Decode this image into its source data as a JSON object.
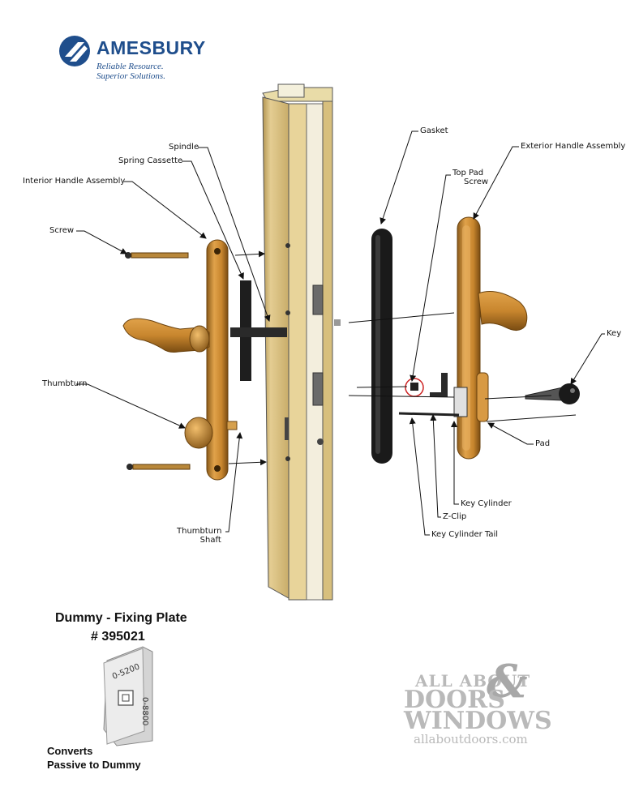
{
  "brand": {
    "name": "AMESBURY",
    "tagline_line1": "Reliable Resource.",
    "tagline_line2": "Superior Solutions."
  },
  "labels": {
    "spindle": "Spindle",
    "spring_cassette": "Spring Cassette",
    "interior_handle_assembly": "Interior Handle Assembly",
    "screw": "Screw",
    "thumbturn": "Thumbturn",
    "thumbturn_shaft_line1": "Thumbturn",
    "thumbturn_shaft_line2": "Shaft",
    "gasket": "Gasket",
    "top_pad_screw_line1": "Top Pad",
    "top_pad_screw_line2": "Screw",
    "exterior_handle_assembly": "Exterior Handle Assembly",
    "key": "Key",
    "pad": "Pad",
    "key_cylinder": "Key Cylinder",
    "z_clip": "Z-Clip",
    "key_cylinder_tail": "Key Cylinder Tail"
  },
  "part": {
    "title": "Dummy - Fixing Plate",
    "number": "# 395021",
    "plate_code_top": "0-5200",
    "plate_code_side": "0-8800",
    "note_line1": "Converts",
    "note_line2": "Passive to Dummy"
  },
  "watermark": {
    "line1": "ALL ABOUT",
    "ampersand": "&",
    "line2": "DOORS",
    "line3": "WINDOWS",
    "url": "allaboutdoors.com"
  },
  "colors": {
    "brand_blue": "#1f4e8c",
    "brass": "#c8862e",
    "brass_dark": "#8a5a1a",
    "door_frame": "#d8c289",
    "gasket": "#1a1a1a",
    "watermark_gray": "#b9b9b9",
    "callout_red": "#cc2222"
  }
}
